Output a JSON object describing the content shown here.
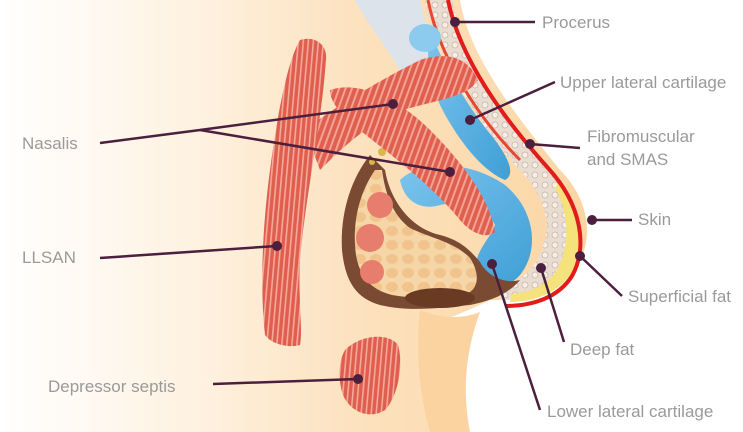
{
  "labels": {
    "procerus": "Procerus",
    "upper_lateral_cartilage": "Upper lateral cartilage",
    "nasalis": "Nasalis",
    "fibromuscular_line1": "Fibromuscular",
    "fibromuscular_line2": "and SMAS",
    "skin": "Skin",
    "llsan": "LLSAN",
    "superficial_fat": "Superficial fat",
    "deep_fat": "Deep fat",
    "depressor_septis": "Depressor septis",
    "lower_lateral_cartilage": "Lower lateral cartilage"
  },
  "colors": {
    "label_text": "#9a9a9a",
    "leader_line": "#4b1f3d",
    "muscle": "#e2685a",
    "muscle_stripe": "#f3a59a",
    "cartilage": "#5fb3e3",
    "skin_line": "#e21b1b",
    "superficial_fat": "#f6e27a",
    "background_skin": "#fbd8a9"
  }
}
